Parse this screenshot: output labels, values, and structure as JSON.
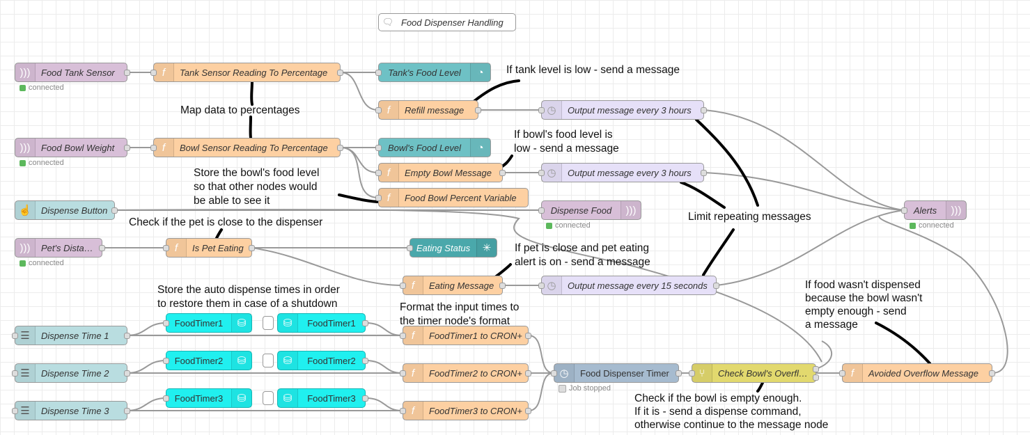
{
  "header": {
    "comment": "Food Dispenser Handling"
  },
  "nodes": {
    "food_tank_sensor": "Food Tank Sensor",
    "tank_to_pct": "Tank Sensor Reading To Percentage",
    "tank_food_level": "Tank's Food Level",
    "refill_message": "Refill message",
    "out_3h_1": "Output message every 3 hours",
    "food_bowl_weight": "Food Bowl Weight",
    "bowl_to_pct": "Bowl Sensor Reading To Percentage",
    "bowl_food_level": "Bowl's Food Level",
    "empty_bowl_message": "Empty Bowl Message",
    "out_3h_2": "Output message every 3 hours",
    "bowl_percent_var": "Food Bowl Percent Variable",
    "dispense_button": "Dispense Button",
    "dispense_food": "Dispense Food",
    "alerts": "Alerts",
    "pets_distance": "Pet's Distance",
    "is_pet_eating": "Is Pet Eating",
    "eating_status": "Eating Status",
    "eating_message": "Eating Message",
    "out_15s": "Output message every 15 seconds",
    "dispense_time_1": "Dispense Time 1",
    "dispense_time_2": "Dispense Time 2",
    "dispense_time_3": "Dispense Time 3",
    "foodtimer1_store": "FoodTimer1",
    "foodtimer1_read": "FoodTimer1",
    "foodtimer2_store": "FoodTimer2",
    "foodtimer2_read": "FoodTimer2",
    "foodtimer3_store": "FoodTimer3",
    "foodtimer3_read": "FoodTimer3",
    "cron1": "FoodTimer1 to CRON+",
    "cron2": "FoodTimer2 to CRON+",
    "cron3": "FoodTimer3 to CRON+",
    "dispenser_timer": "Food Dispenser Timer",
    "check_overflow": "Check Bowl's Overflow",
    "avoided_overflow": "Avoided Overflow Message"
  },
  "status": {
    "connected": "connected",
    "job_stopped": "Job stopped"
  },
  "annotations": {
    "tank_low": "If tank level is low - send a message",
    "map_pct": "Map data to percentages",
    "bowl_low": [
      "If bowl's food level is",
      "low - send a message"
    ],
    "store_level": [
      "Store the bowl's food level",
      "so that other nodes would",
      "be able to see it"
    ],
    "check_close": "Check if the pet is close to the dispenser",
    "limit_repeat": "Limit repeating messages",
    "pet_close": [
      "If pet is close and pet eating",
      "alert is on - send a message"
    ],
    "store_times": [
      "Store the auto dispense times in order",
      "to restore them in case of a shutdown"
    ],
    "format_times": [
      "Format the input times to",
      "the timer node's format"
    ],
    "not_dispensed": [
      "If food wasn't dispensed",
      "because the bowl wasn't",
      "empty enough - send",
      "a message"
    ],
    "check_empty": [
      "Check if the bowl is empty enough.",
      "If it is - send a dispense command,",
      "otherwise continue to the message node"
    ]
  },
  "colors": {
    "mqtt": "#d8bfd8",
    "function": "#fdd0a2",
    "dashboard": "#6ec1c5",
    "delay": "#e6e0f8",
    "store": "#20f0ef",
    "timer": "#a6bbcf",
    "switch": "#e2d96e",
    "status_green": "#5cb85c"
  },
  "icons": {
    "mqtt": "signal-wave-icon",
    "function": "function-f-icon",
    "gauge": "gauge-icon",
    "delay": "clock-icon",
    "button": "hand-pointer-icon",
    "form": "form-list-icon",
    "store": "database-icon",
    "led": "alarm-light-icon",
    "switch": "switch-branch-icon",
    "comment": "speech-bubble-icon"
  }
}
